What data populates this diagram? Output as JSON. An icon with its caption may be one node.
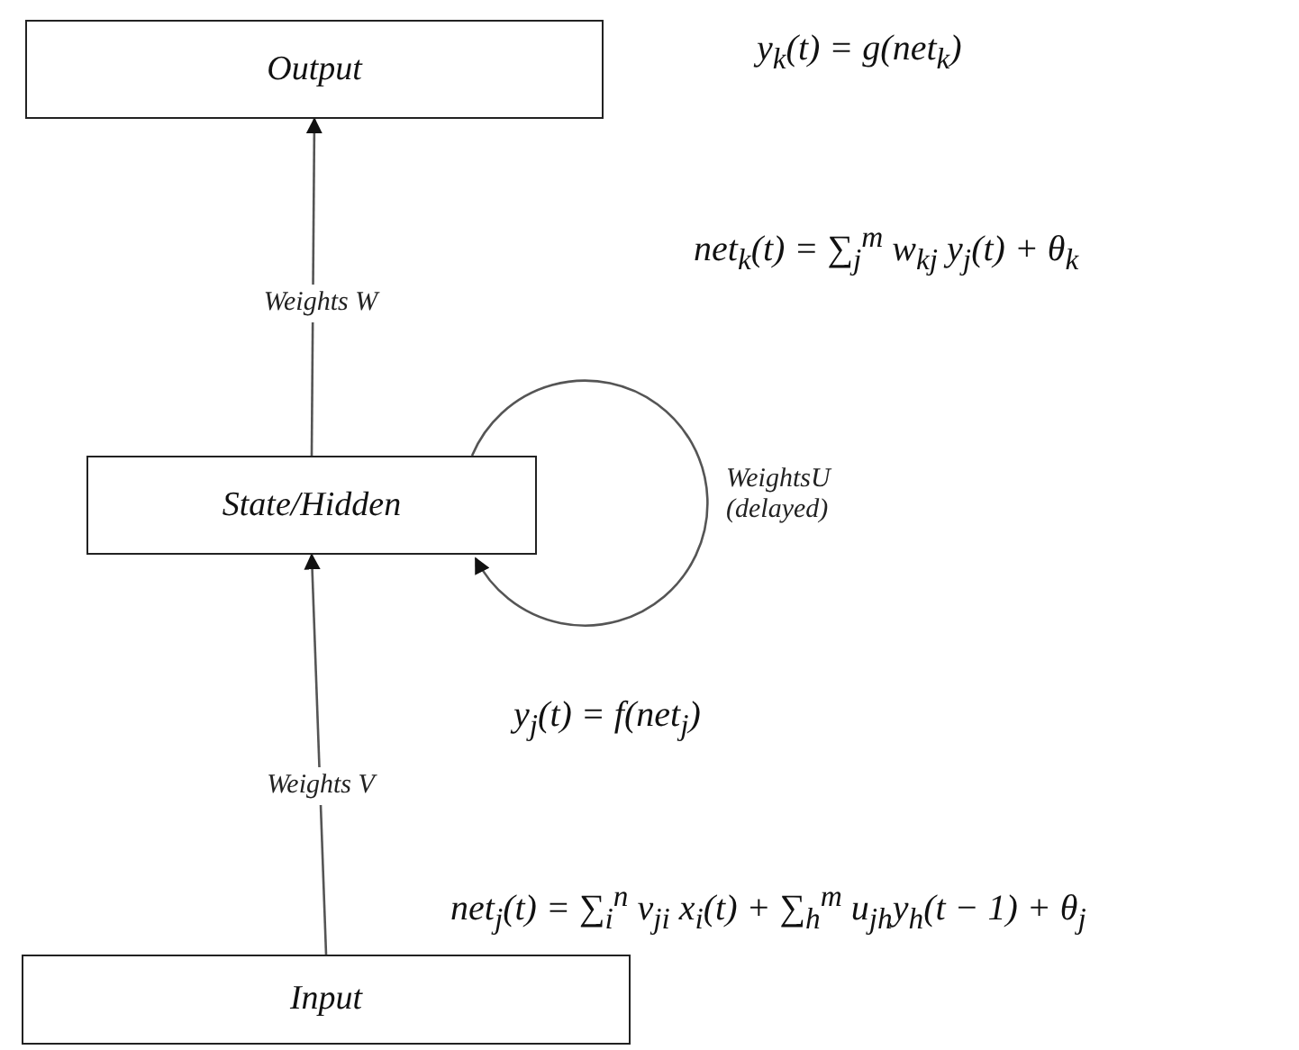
{
  "diagram": {
    "nodes": [
      {
        "text": [
          "Output"
        ]
      },
      {
        "text": [
          "State/Hidden"
        ]
      },
      {
        "text": [
          "Input"
        ]
      }
    ],
    "edges": [
      {
        "from": 1,
        "to": 0,
        "arrow": "to",
        "label": "Weights W"
      },
      {
        "from": 1,
        "to": 1,
        "arrow": "to",
        "label": "WeightsU (delayed)"
      },
      {
        "from": 2,
        "to": 1,
        "arrow": "to",
        "label": "Weights V"
      }
    ],
    "labels": [
      "y$_{k}$(t) = g(net$_{k}$)",
      "net$_{k}$(t) = ∑$_{j}$$^{m}$ w$_{kj}$ y$_{j}$(t) + θ$_{k}$",
      "y$_{j}$(t) = f(net$_{j}$)",
      "net$_{j}$(t) = ∑$_{i}$$^{n}$ v$_{ji}$ x$_{i}$(t) + ∑$_{h}$$^{m}$ u$_{jh}$y$_{h}$(t − 1) + θ$_{j}$"
    ]
  }
}
